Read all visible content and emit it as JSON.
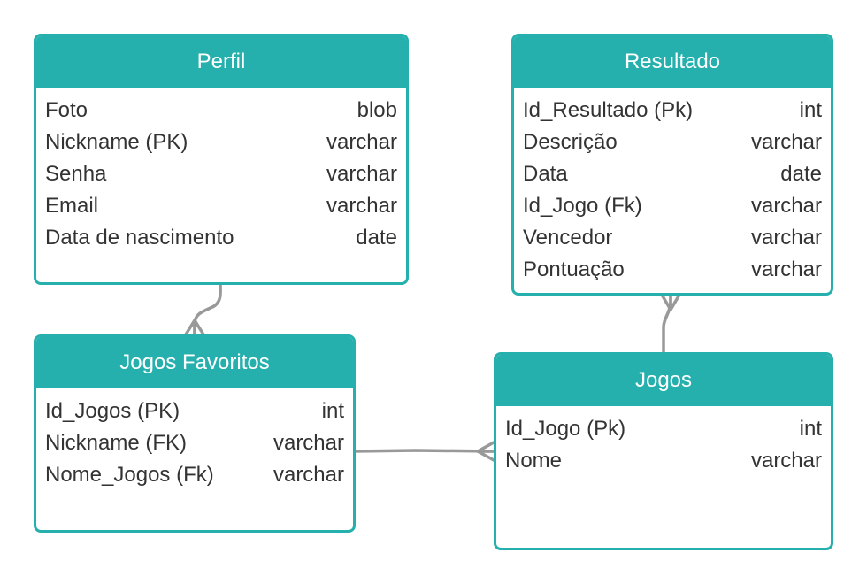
{
  "colors": {
    "entity_header": "#25b0ad",
    "entity_border": "#25b0ad",
    "header_text": "#ffffff",
    "body_text": "#333333",
    "connector": "#999999"
  },
  "entities": {
    "perfil": {
      "title": "Perfil",
      "attributes": [
        {
          "name": "Foto",
          "type": "blob"
        },
        {
          "name": "Nickname (PK)",
          "type": "varchar"
        },
        {
          "name": "Senha",
          "type": "varchar"
        },
        {
          "name": "Email",
          "type": "varchar"
        },
        {
          "name": "Data de nascimento",
          "type": "date"
        }
      ]
    },
    "resultado": {
      "title": "Resultado",
      "attributes": [
        {
          "name": "Id_Resultado (Pk)",
          "type": "int"
        },
        {
          "name": "Descrição",
          "type": "varchar"
        },
        {
          "name": "Data",
          "type": "date"
        },
        {
          "name": "Id_Jogo (Fk)",
          "type": "varchar"
        },
        {
          "name": "Vencedor",
          "type": "varchar"
        },
        {
          "name": "Pontuação",
          "type": "varchar"
        }
      ]
    },
    "jogos_favoritos": {
      "title": "Jogos Favoritos",
      "attributes": [
        {
          "name": "Id_Jogos (PK)",
          "type": "int"
        },
        {
          "name": "Nickname (FK)",
          "type": "varchar"
        },
        {
          "name": "Nome_Jogos (Fk)",
          "type": "varchar"
        }
      ]
    },
    "jogos": {
      "title": "Jogos",
      "attributes": [
        {
          "name": "Id_Jogo (Pk)",
          "type": "int"
        },
        {
          "name": "Nome",
          "type": "varchar"
        }
      ]
    }
  },
  "relationships": [
    {
      "from": "perfil",
      "to": "jogos_favoritos",
      "many_end": "jogos_favoritos"
    },
    {
      "from": "jogos_favoritos",
      "to": "jogos",
      "many_end": "jogos"
    },
    {
      "from": "jogos",
      "to": "resultado",
      "many_end": "resultado"
    }
  ]
}
